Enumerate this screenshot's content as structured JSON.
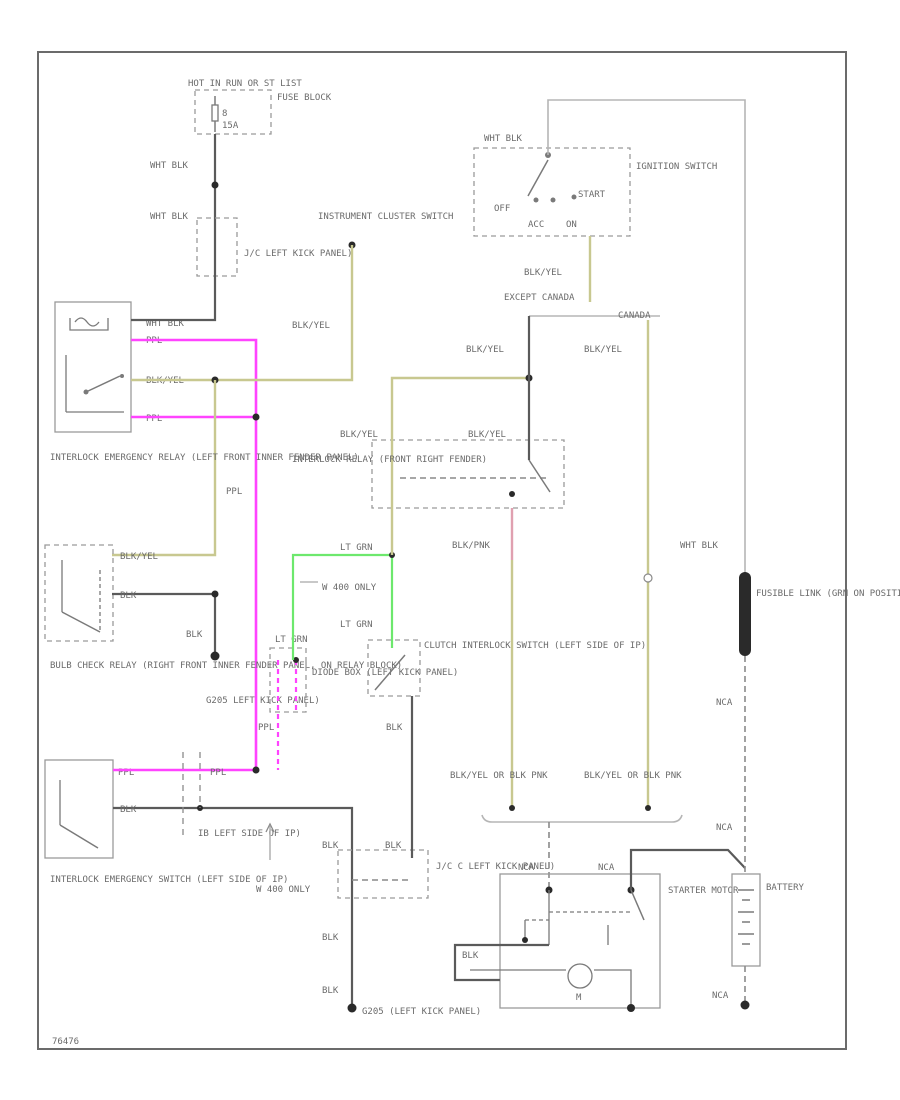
{
  "colors": {
    "ppl": "#ff44ff",
    "yel": "#c8c890",
    "grn": "#6de86d",
    "pnk": "#e0a0b0",
    "blk": "#5a5a5a",
    "gray": "#b5b5b5",
    "fusible": "#2a2a2a"
  },
  "labels": {
    "hot_in_run": "HOT IN RUN OR ST LIST",
    "fuse_block": "FUSE BLOCK",
    "fuse_number": "8",
    "fuse_amps": "15A",
    "wht_blk_1": "WHT BLK",
    "wht_blk_2": "WHT BLK",
    "jc_left_kick_1": "J/C LEFT KICK PANEL)",
    "instrument_cluster": "INSTRUMENT CLUSTER SWITCH",
    "blk_yel_ic": "BLK/YEL",
    "wht_blk_relay": "WHT BLK",
    "ppl_1": "PPL",
    "blk_yel_relay": "BLK/YEL",
    "ppl_2": "PPL",
    "ppl_vert": "PPL",
    "interlock_emerg_relay": "INTERLOCK EMERGENCY RELAY (LEFT FRONT INNER FENDER PANEL)",
    "blk_yel_bulb": "BLK/YEL",
    "blk_bulb": "BLK",
    "blk_ground": "BLK",
    "bulb_check_relay": "BULB CHECK RELAY (RIGHT FRONT INNER FENDER PANEL, ON RELAY BLOCK)",
    "g205": "G205 LEFT KICK PANEL)",
    "lt_grn_small": "LT GRN",
    "diode_box": "DIODE BOX (LEFT KICK PANEL)",
    "ppl_3": "PPL",
    "ppl_4": "PPL",
    "ppl_5": "PPL",
    "blk_switch": "BLK",
    "ib_left": "IB LEFT SIDE OF IP)",
    "v4_400_only_1": "W 400 ONLY",
    "interlock_emerg_switch": "INTERLOCK EMERGENCY SWITCH (LEFT SIDE OF IP)",
    "blk_jc": "BLK",
    "blk_jc2": "BLK",
    "jc_left_kick_2": "J/C C LEFT KICK PANEL)",
    "blk_g205a": "BLK",
    "blk_g205b": "BLK",
    "g205_bottom": "G205 (LEFT KICK PANEL)",
    "lt_grn_1": "LT GRN",
    "v4_400_only_2": "W 400 ONLY",
    "lt_grn_2": "LT GRN",
    "clutch_interlock": "CLUTCH INTERLOCK SWITCH (LEFT SIDE OF IP)",
    "blk_clutch": "BLK",
    "blk_yel_ir_left": "BLK/YEL",
    "blk_yel_ir_right": "BLK/YEL",
    "interlock_relay": "INTERLOCK RELAY (FRONT RIGHT FENDER)",
    "blk_pnk": "BLK/PNK",
    "wht_blk_ign": "WHT BLK",
    "ignition_switch": "IGNITION SWITCH",
    "off": "OFF",
    "start": "START",
    "acc": "ACC",
    "on": "ON",
    "blk_yel_ign": "BLK/YEL",
    "except_canada": "EXCEPT CANADA",
    "canada": "CANADA",
    "blk_yel_ec": "BLK/YEL",
    "blk_yel_c": "BLK/YEL",
    "blk_yel_or_pnk_1": "BLK/YEL OR BLK PNK",
    "blk_yel_or_pnk_2": "BLK/YEL OR BLK PNK",
    "nca_starter_1": "NCA",
    "nca_starter_2": "NCA",
    "starter_motor": "STARTER MOTOR",
    "blk_starter": "BLK",
    "motor_symbol": "M",
    "wht_blk_fus": "WHT BLK",
    "fusible_link": "FUSIBLE LINK (GRN ON POSITIVE BATTERY CABLE TERMINAL)",
    "nca_1": "NCA",
    "nca_2": "NCA",
    "nca_3": "NCA",
    "battery": "BATTERY",
    "code": "76476"
  }
}
